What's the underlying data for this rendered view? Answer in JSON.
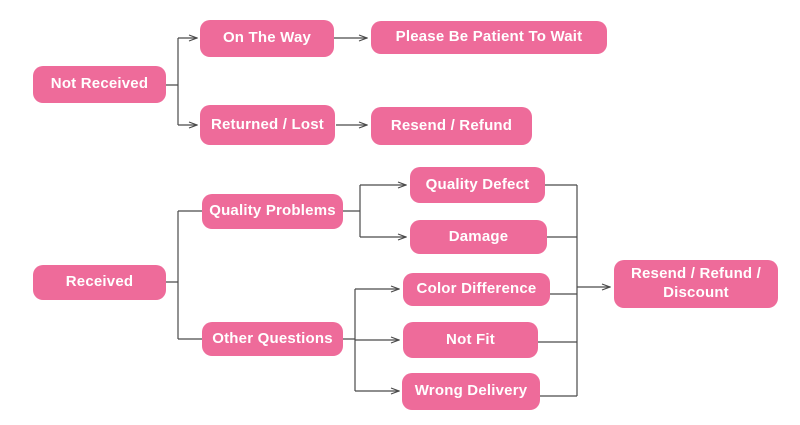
{
  "diagram": {
    "type": "flowchart",
    "background_color": "#ffffff",
    "node_fill_color": "#ee6b9a",
    "node_text_color": "#ffffff",
    "line_color": "#4a4a4a",
    "nodes": {
      "not_received": "Not Received",
      "on_the_way": "On The Way",
      "please_wait": "Please Be Patient To Wait",
      "returned_lost": "Returned / Lost",
      "resend_refund": "Resend / Refund",
      "received": "Received",
      "quality_problems": "Quality Problems",
      "other_questions": "Other Questions",
      "quality_defect": "Quality Defect",
      "damage": "Damage",
      "color_difference": "Color Difference",
      "not_fit": "Not Fit",
      "wrong_delivery": "Wrong Delivery",
      "resend_refund_discount": "Resend / Refund / Discount"
    },
    "edges": [
      {
        "from": "Not Received",
        "to": "On The Way",
        "arrow": true
      },
      {
        "from": "Not Received",
        "to": "Returned / Lost",
        "arrow": true
      },
      {
        "from": "On The Way",
        "to": "Please Be Patient To Wait",
        "arrow": true
      },
      {
        "from": "Returned / Lost",
        "to": "Resend / Refund",
        "arrow": true
      },
      {
        "from": "Received",
        "to": "Quality Problems",
        "arrow": false
      },
      {
        "from": "Received",
        "to": "Other Questions",
        "arrow": false
      },
      {
        "from": "Quality Problems",
        "to": "Quality Defect",
        "arrow": true
      },
      {
        "from": "Quality Problems",
        "to": "Damage",
        "arrow": true
      },
      {
        "from": "Other Questions",
        "to": "Color Difference",
        "arrow": true
      },
      {
        "from": "Other Questions",
        "to": "Not Fit",
        "arrow": true
      },
      {
        "from": "Other Questions",
        "to": "Wrong Delivery",
        "arrow": true
      },
      {
        "from": "Quality Defect",
        "to": "Resend / Refund / Discount",
        "arrow": true
      },
      {
        "from": "Damage",
        "to": "Resend / Refund / Discount",
        "arrow": true
      },
      {
        "from": "Color Difference",
        "to": "Resend / Refund / Discount",
        "arrow": true
      },
      {
        "from": "Not Fit",
        "to": "Resend / Refund / Discount",
        "arrow": true
      },
      {
        "from": "Wrong Delivery",
        "to": "Resend / Refund / Discount",
        "arrow": true
      }
    ]
  }
}
